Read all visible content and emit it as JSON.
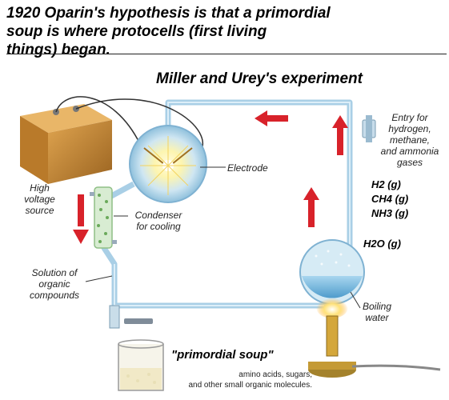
{
  "title": "1920 Oparin's hypothesis is that a primordial\nsoup is where protocells (first living\nthings) began.",
  "experiment_title": "Miller and Urey's experiment",
  "labels": {
    "high_voltage": "High\nvoltage\nsource",
    "electrode": "Electrode",
    "condenser": "Condenser\nfor cooling",
    "solution": "Solution of\norganic\ncompounds",
    "entry": "Entry for\nhydrogen,\nmethane,\nand ammonia\ngases",
    "boiling": "Boiling\nwater",
    "primordial": "\"primordial soup\"",
    "primordial_desc": "amino acids, sugars,\nand other small organic molecules."
  },
  "gases": [
    "H2 (g)",
    "CH4 (g)",
    "NH3 (g)",
    "H2O (g)"
  ],
  "colors": {
    "tube": "#a9cfe6",
    "arrow": "#d8222a",
    "battery": "#c98a2e",
    "water": "#6fb3d9"
  },
  "icons": [
    "battery-icon",
    "electrode-spark-icon",
    "condenser-icon",
    "stopcock-icon",
    "beaker-icon",
    "burner-icon"
  ]
}
